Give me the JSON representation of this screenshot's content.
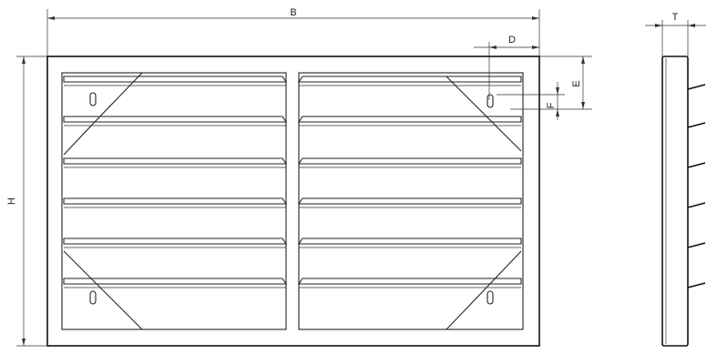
{
  "dimensions": {
    "width_label": "B",
    "height_label": "H",
    "depth_label": "T",
    "offset_x_label": "D",
    "offset_y_label": "E",
    "slot_height_label": "F"
  },
  "louvers": {
    "panels": 2,
    "blades_per_panel": 6,
    "mounting_slots_visible": 4
  },
  "side_view": {
    "fins": 6
  },
  "colors": {
    "line": "#222222",
    "background": "#ffffff"
  }
}
